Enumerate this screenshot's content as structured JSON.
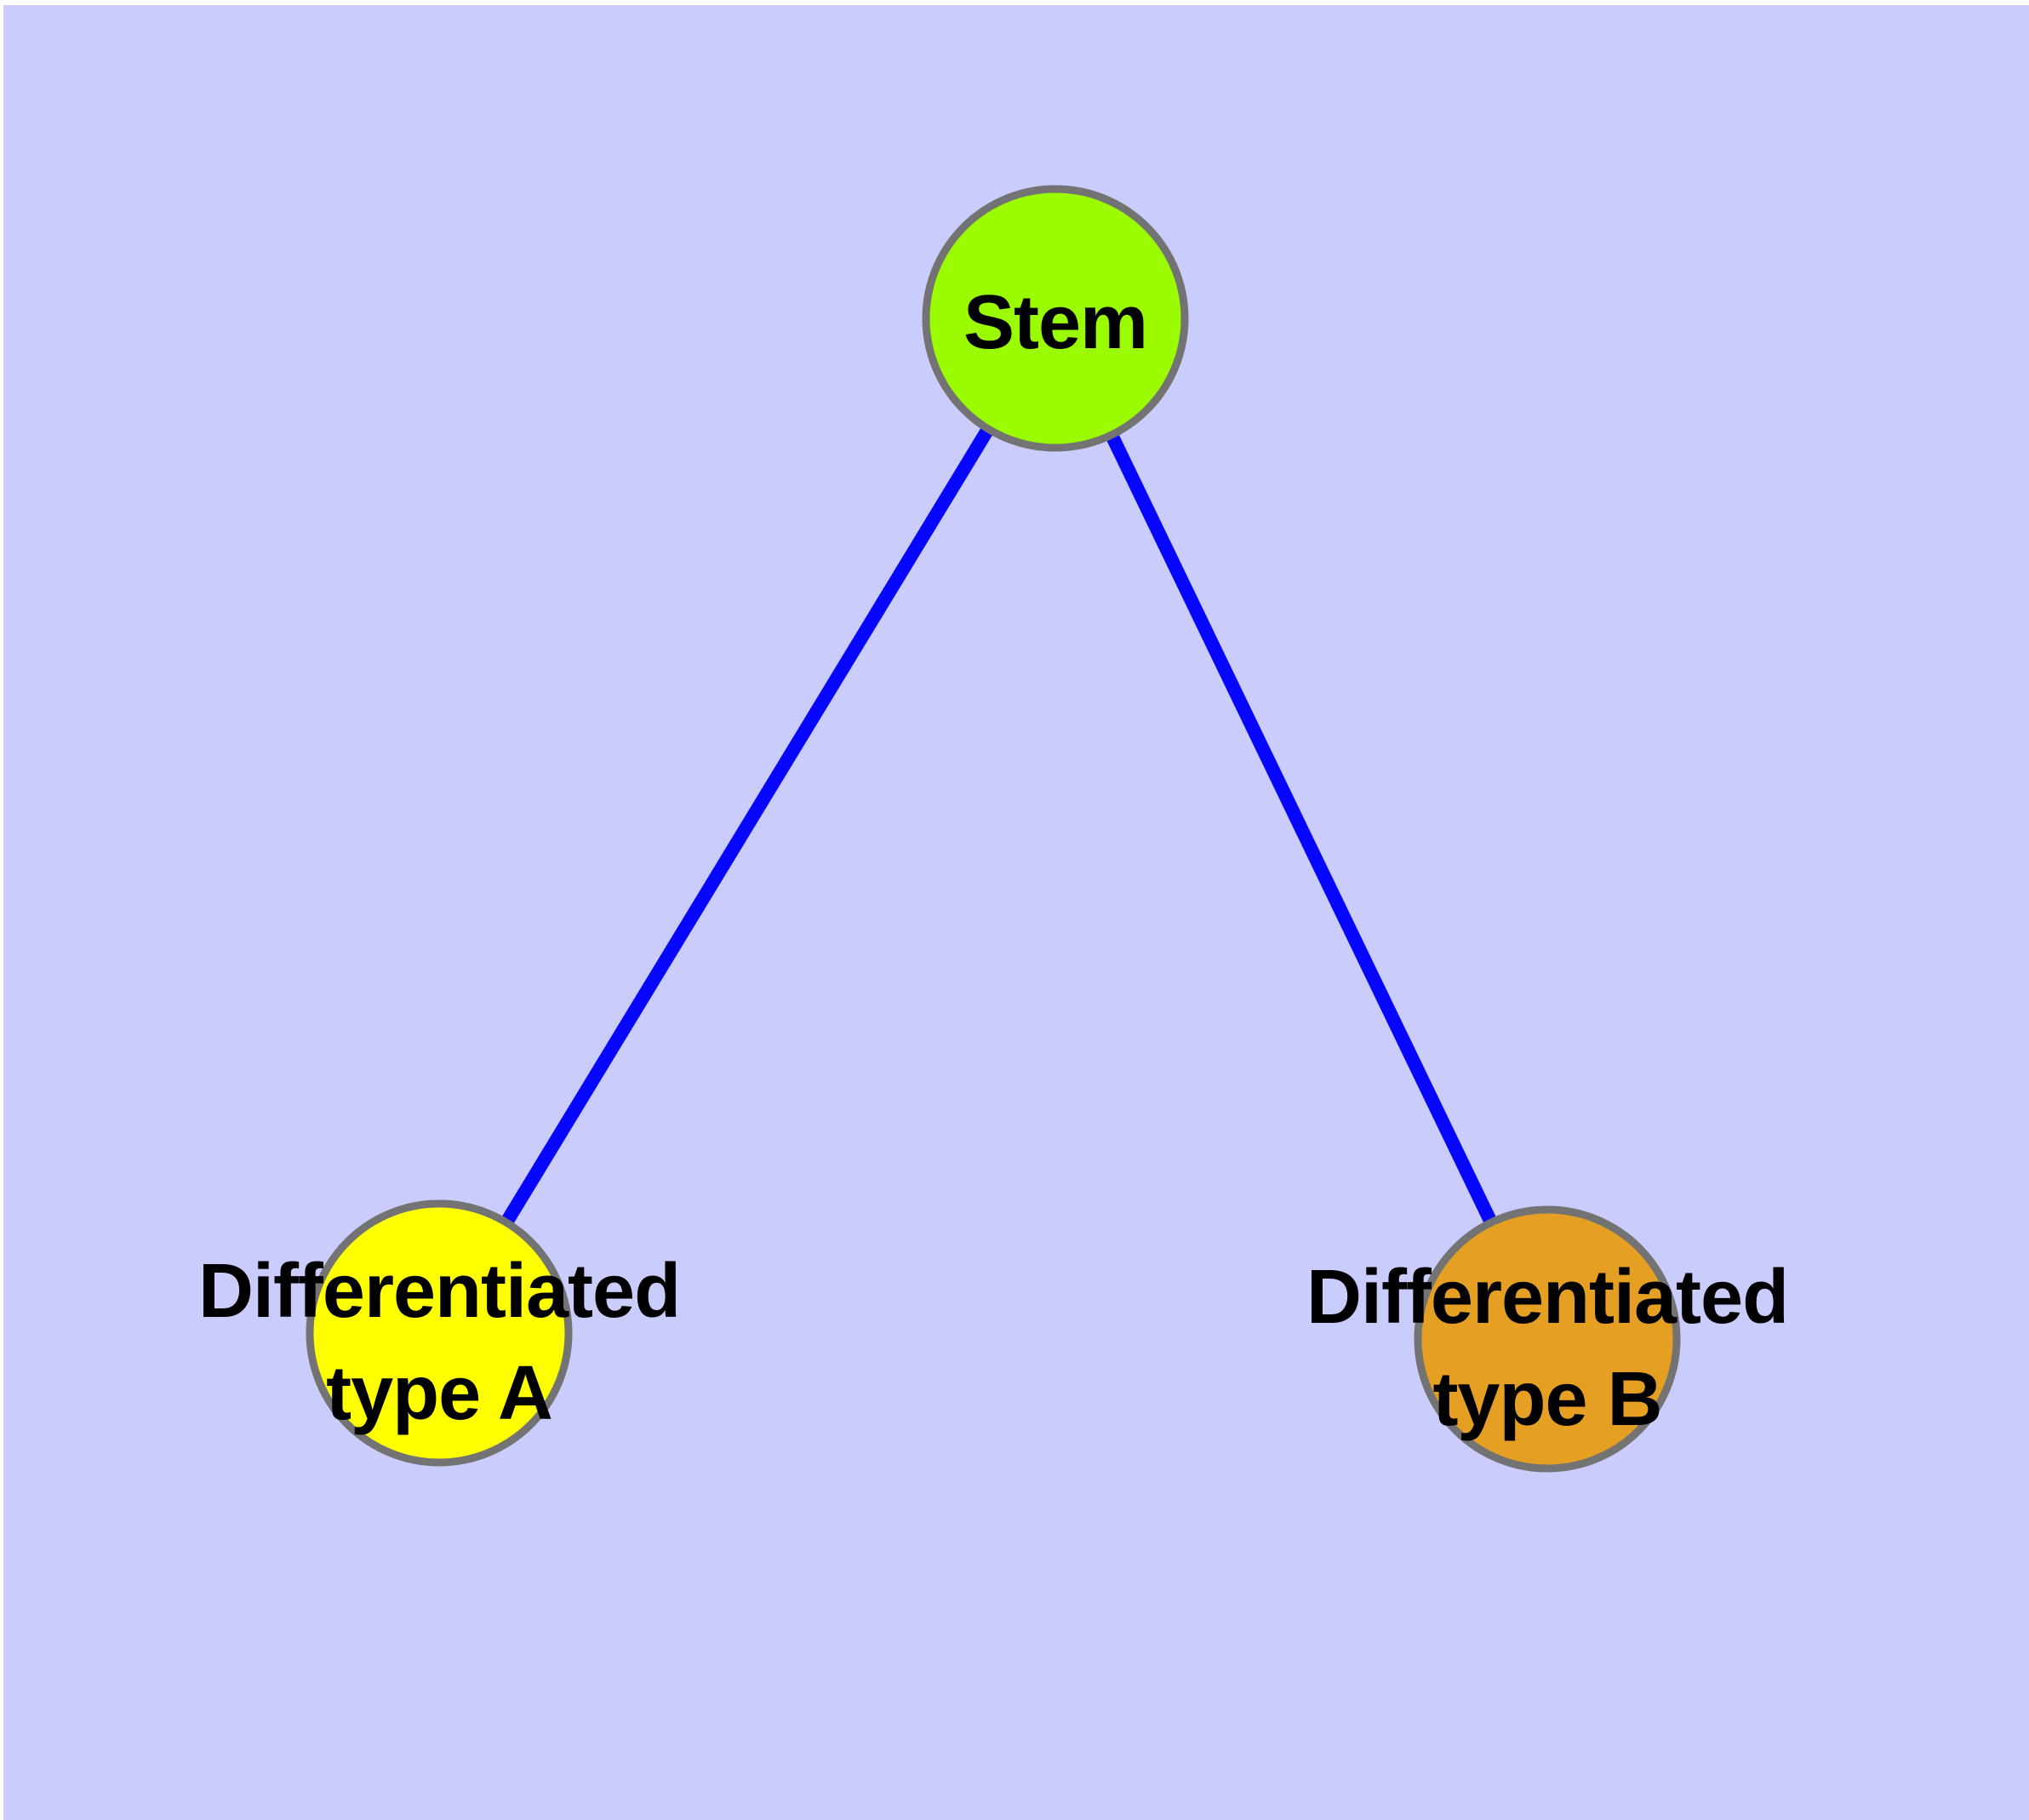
{
  "diagram": {
    "type": "node-link-graph",
    "description": "Cell differentiation hierarchy: a stem node connected to two differentiated cell type nodes",
    "nodes": [
      {
        "id": "stem",
        "label": "Stem",
        "fill": "#9BFB00"
      },
      {
        "id": "type-a",
        "label": "Differentiated\ntype A",
        "fill": "#FFFF00"
      },
      {
        "id": "type-b",
        "label": "Differentiated\ntype B",
        "fill": "#E5A024"
      }
    ],
    "edges": [
      {
        "from": "Stem",
        "to": "Differentiated type A"
      },
      {
        "from": "Stem",
        "to": "Differentiated type B"
      }
    ],
    "colors": {
      "background": "#CACCFB",
      "page_border": "#FFFFFF",
      "edge": "#0606FF",
      "node_border": "#737373",
      "label": "#000000"
    }
  }
}
